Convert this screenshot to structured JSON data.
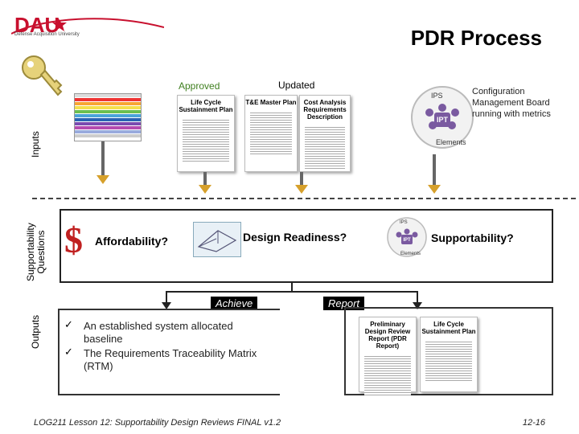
{
  "header": {
    "logo_text": "DAU",
    "logo_subtitle": "Defense Acquisition University",
    "title": "PDR Process"
  },
  "side_labels": {
    "inputs": "Inputs",
    "supportability_line1": "Supportability",
    "supportability_line2": "Questions",
    "outputs": "Outputs"
  },
  "inputs": {
    "approved": "Approved",
    "updated": "Updated",
    "docs": [
      {
        "title": "Life Cycle Sustainment Plan"
      },
      {
        "title": "T&E Master Plan"
      },
      {
        "title": "Cost Analysis Requirements Description"
      }
    ],
    "ips_labels": {
      "top": "IPS",
      "center": "IPT",
      "bottom": "Elements"
    },
    "config_note": "Configuration Management Board running with metrics"
  },
  "questions": {
    "affordability": "Affordability?",
    "design_readiness": "Design Readiness?",
    "supportability": "Supportability?",
    "dollar": "$"
  },
  "outputs": {
    "achieve_label": "Achieve",
    "report_label": "Report",
    "bullets": [
      "An established system allocated baseline",
      "The Requirements Traceability Matrix (RTM)"
    ],
    "report_docs": [
      {
        "title": "Preliminary Design Review Report (PDR Report)"
      },
      {
        "title": "Life Cycle Sustainment Plan"
      }
    ]
  },
  "footer": {
    "course": "LOG211 Lesson 12: Supportability Design Reviews FINAL v1.2",
    "page": "12-16"
  },
  "colors": {
    "brand_red": "#c8102e",
    "arrow_gold": "#d6a02b",
    "approved_green": "#3f7f1f"
  },
  "icons": [
    "key-icon",
    "dollar-icon",
    "ips-element-icon",
    "checkmark-icon"
  ]
}
